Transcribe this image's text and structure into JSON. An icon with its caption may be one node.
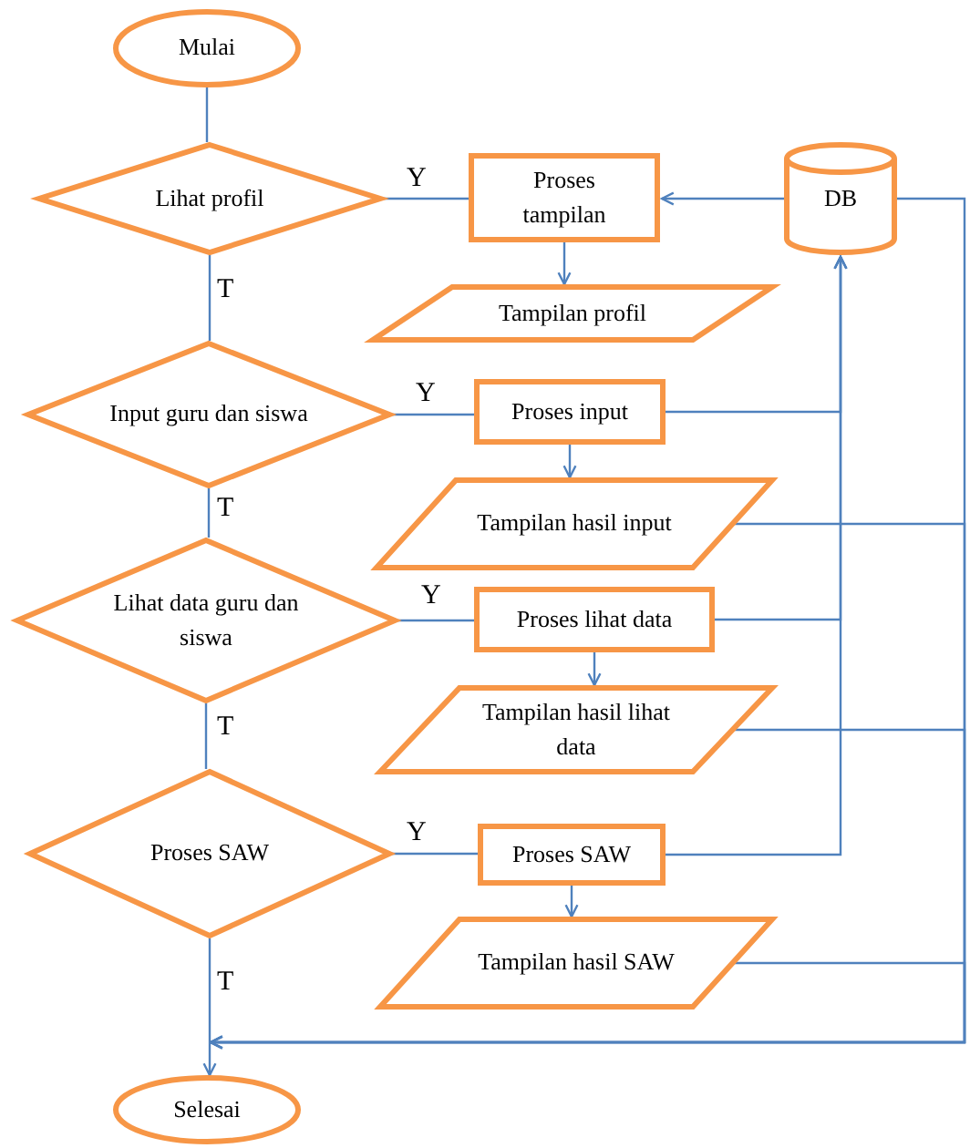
{
  "diagram": {
    "nodes": [
      {
        "text": [
          "Mulai"
        ]
      },
      {
        "text": [
          "Lihat profil"
        ]
      },
      {
        "text": [
          "Proses tampilan"
        ]
      },
      {
        "text": [
          "DB"
        ]
      },
      {
        "text": [
          "Tampilan profil"
        ]
      },
      {
        "text": [
          "Input guru dan siswa"
        ]
      },
      {
        "text": [
          "Proses input"
        ]
      },
      {
        "text": [
          "Tampilan hasil input"
        ]
      },
      {
        "text": [
          "Lihat data guru dan siswa"
        ]
      },
      {
        "text": [
          "Proses lihat data"
        ]
      },
      {
        "text": [
          "Tampilan hasil lihat data"
        ]
      },
      {
        "text": [
          "Proses SAW"
        ]
      },
      {
        "text": [
          "Proses SAW"
        ]
      },
      {
        "text": [
          "Tampilan hasil SAW"
        ]
      },
      {
        "text": [
          "Selesai"
        ]
      }
    ],
    "edges": [
      {
        "from": 0,
        "to": 1,
        "arrow": "none"
      },
      {
        "from": 1,
        "to": 2,
        "arrow": "none",
        "label": "Y"
      },
      {
        "from": 1,
        "to": 5,
        "arrow": "none",
        "label": "T"
      },
      {
        "from": 2,
        "to": 4,
        "arrow": "to"
      },
      {
        "from": 3,
        "to": 2,
        "arrow": "to"
      },
      {
        "from": 5,
        "to": 6,
        "arrow": "none",
        "label": "Y"
      },
      {
        "from": 5,
        "to": 8,
        "arrow": "none",
        "label": "T"
      },
      {
        "from": 6,
        "to": 7,
        "arrow": "to"
      },
      {
        "from": 6,
        "to": 3,
        "arrow": "to"
      },
      {
        "from": 8,
        "to": 9,
        "arrow": "none",
        "label": "Y"
      },
      {
        "from": 8,
        "to": 11,
        "arrow": "none",
        "label": "T"
      },
      {
        "from": 9,
        "to": 10,
        "arrow": "to"
      },
      {
        "from": 9,
        "to": 3,
        "arrow": "to"
      },
      {
        "from": 11,
        "to": 12,
        "arrow": "none",
        "label": "Y"
      },
      {
        "from": 11,
        "to": 14,
        "arrow": "to",
        "label": "T"
      },
      {
        "from": 12,
        "to": 13,
        "arrow": "to"
      },
      {
        "from": 12,
        "to": 3,
        "arrow": "to"
      },
      {
        "from": 3,
        "to": 14,
        "arrow": "to"
      },
      {
        "from": 7,
        "to": 14,
        "arrow": "to"
      },
      {
        "from": 10,
        "to": 14,
        "arrow": "to"
      },
      {
        "from": 13,
        "to": 14,
        "arrow": "to"
      }
    ]
  }
}
